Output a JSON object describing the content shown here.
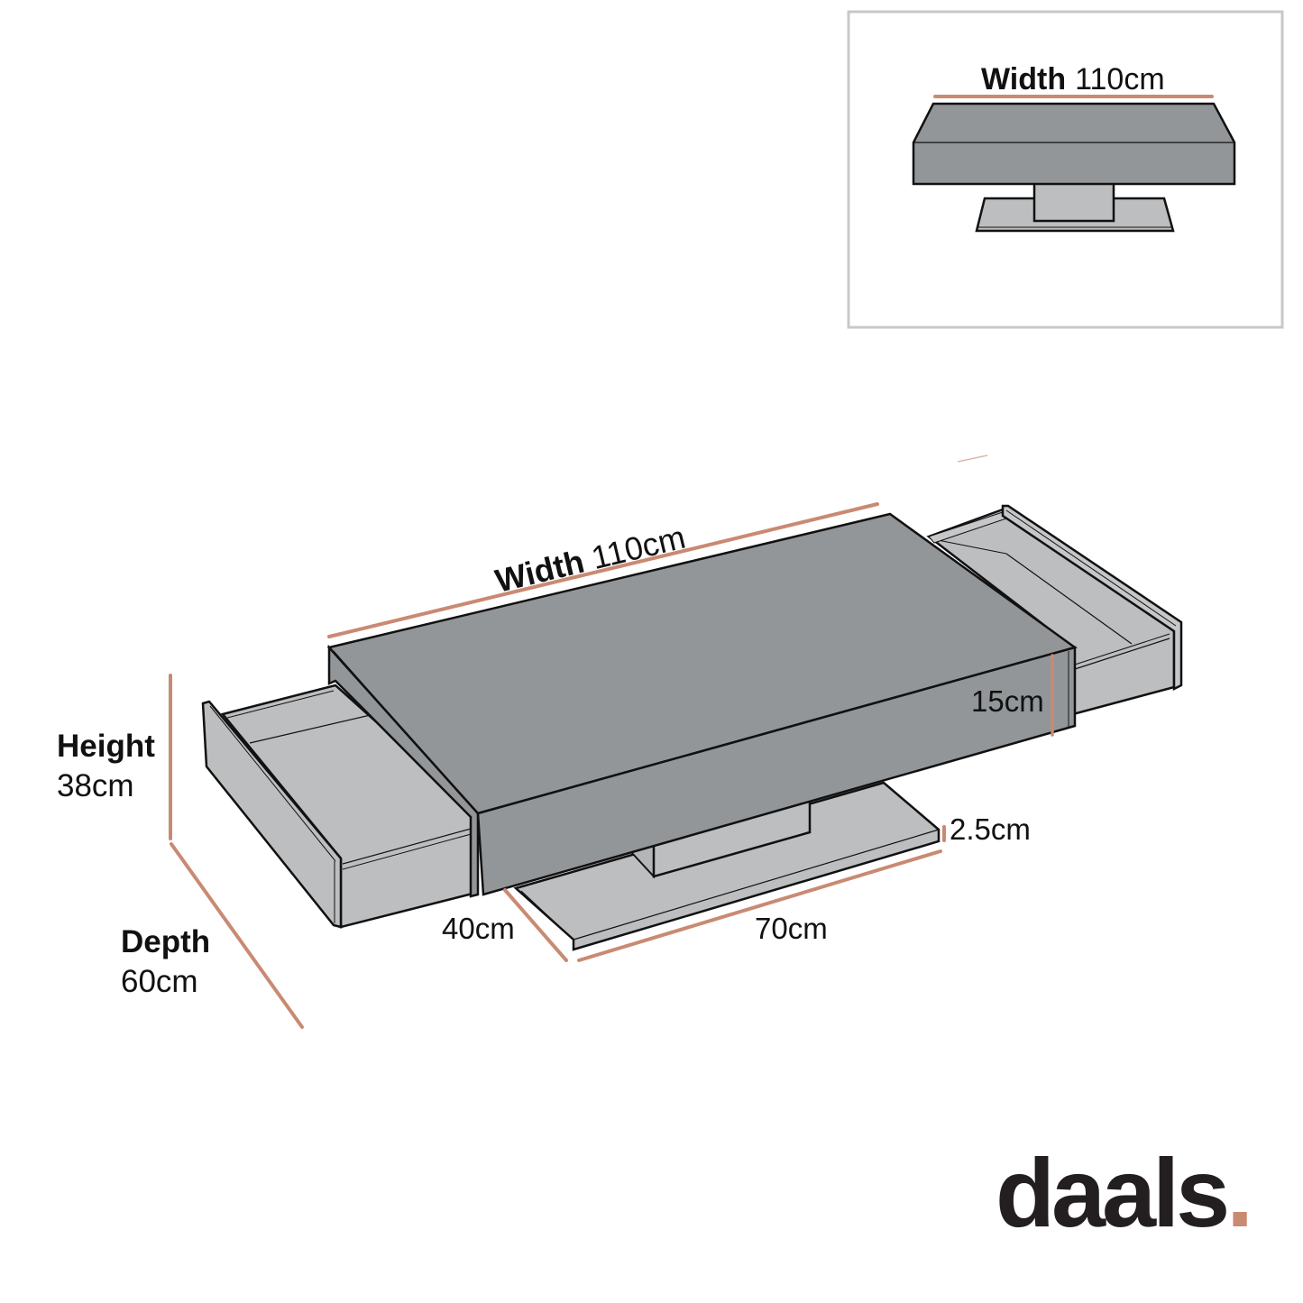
{
  "colors": {
    "accent": "#c98a72",
    "table_dark": "#939699",
    "drawer_light": "#bdbec0",
    "outline": "#111111",
    "inset_border": "#c8c8c8"
  },
  "inset": {
    "title_bold": "Width",
    "title_value": "110cm",
    "view": "front elevation"
  },
  "main": {
    "width_bold": "Width",
    "width_value": "110cm",
    "top_thickness": "15cm",
    "base_thickness": "2.5cm",
    "base_depth": "40cm",
    "base_width": "70cm"
  },
  "overall": {
    "height_label": "Height",
    "height_value": "38cm",
    "depth_label": "Depth",
    "depth_value": "60cm"
  },
  "brand": {
    "name": "daals",
    "dot": "."
  }
}
